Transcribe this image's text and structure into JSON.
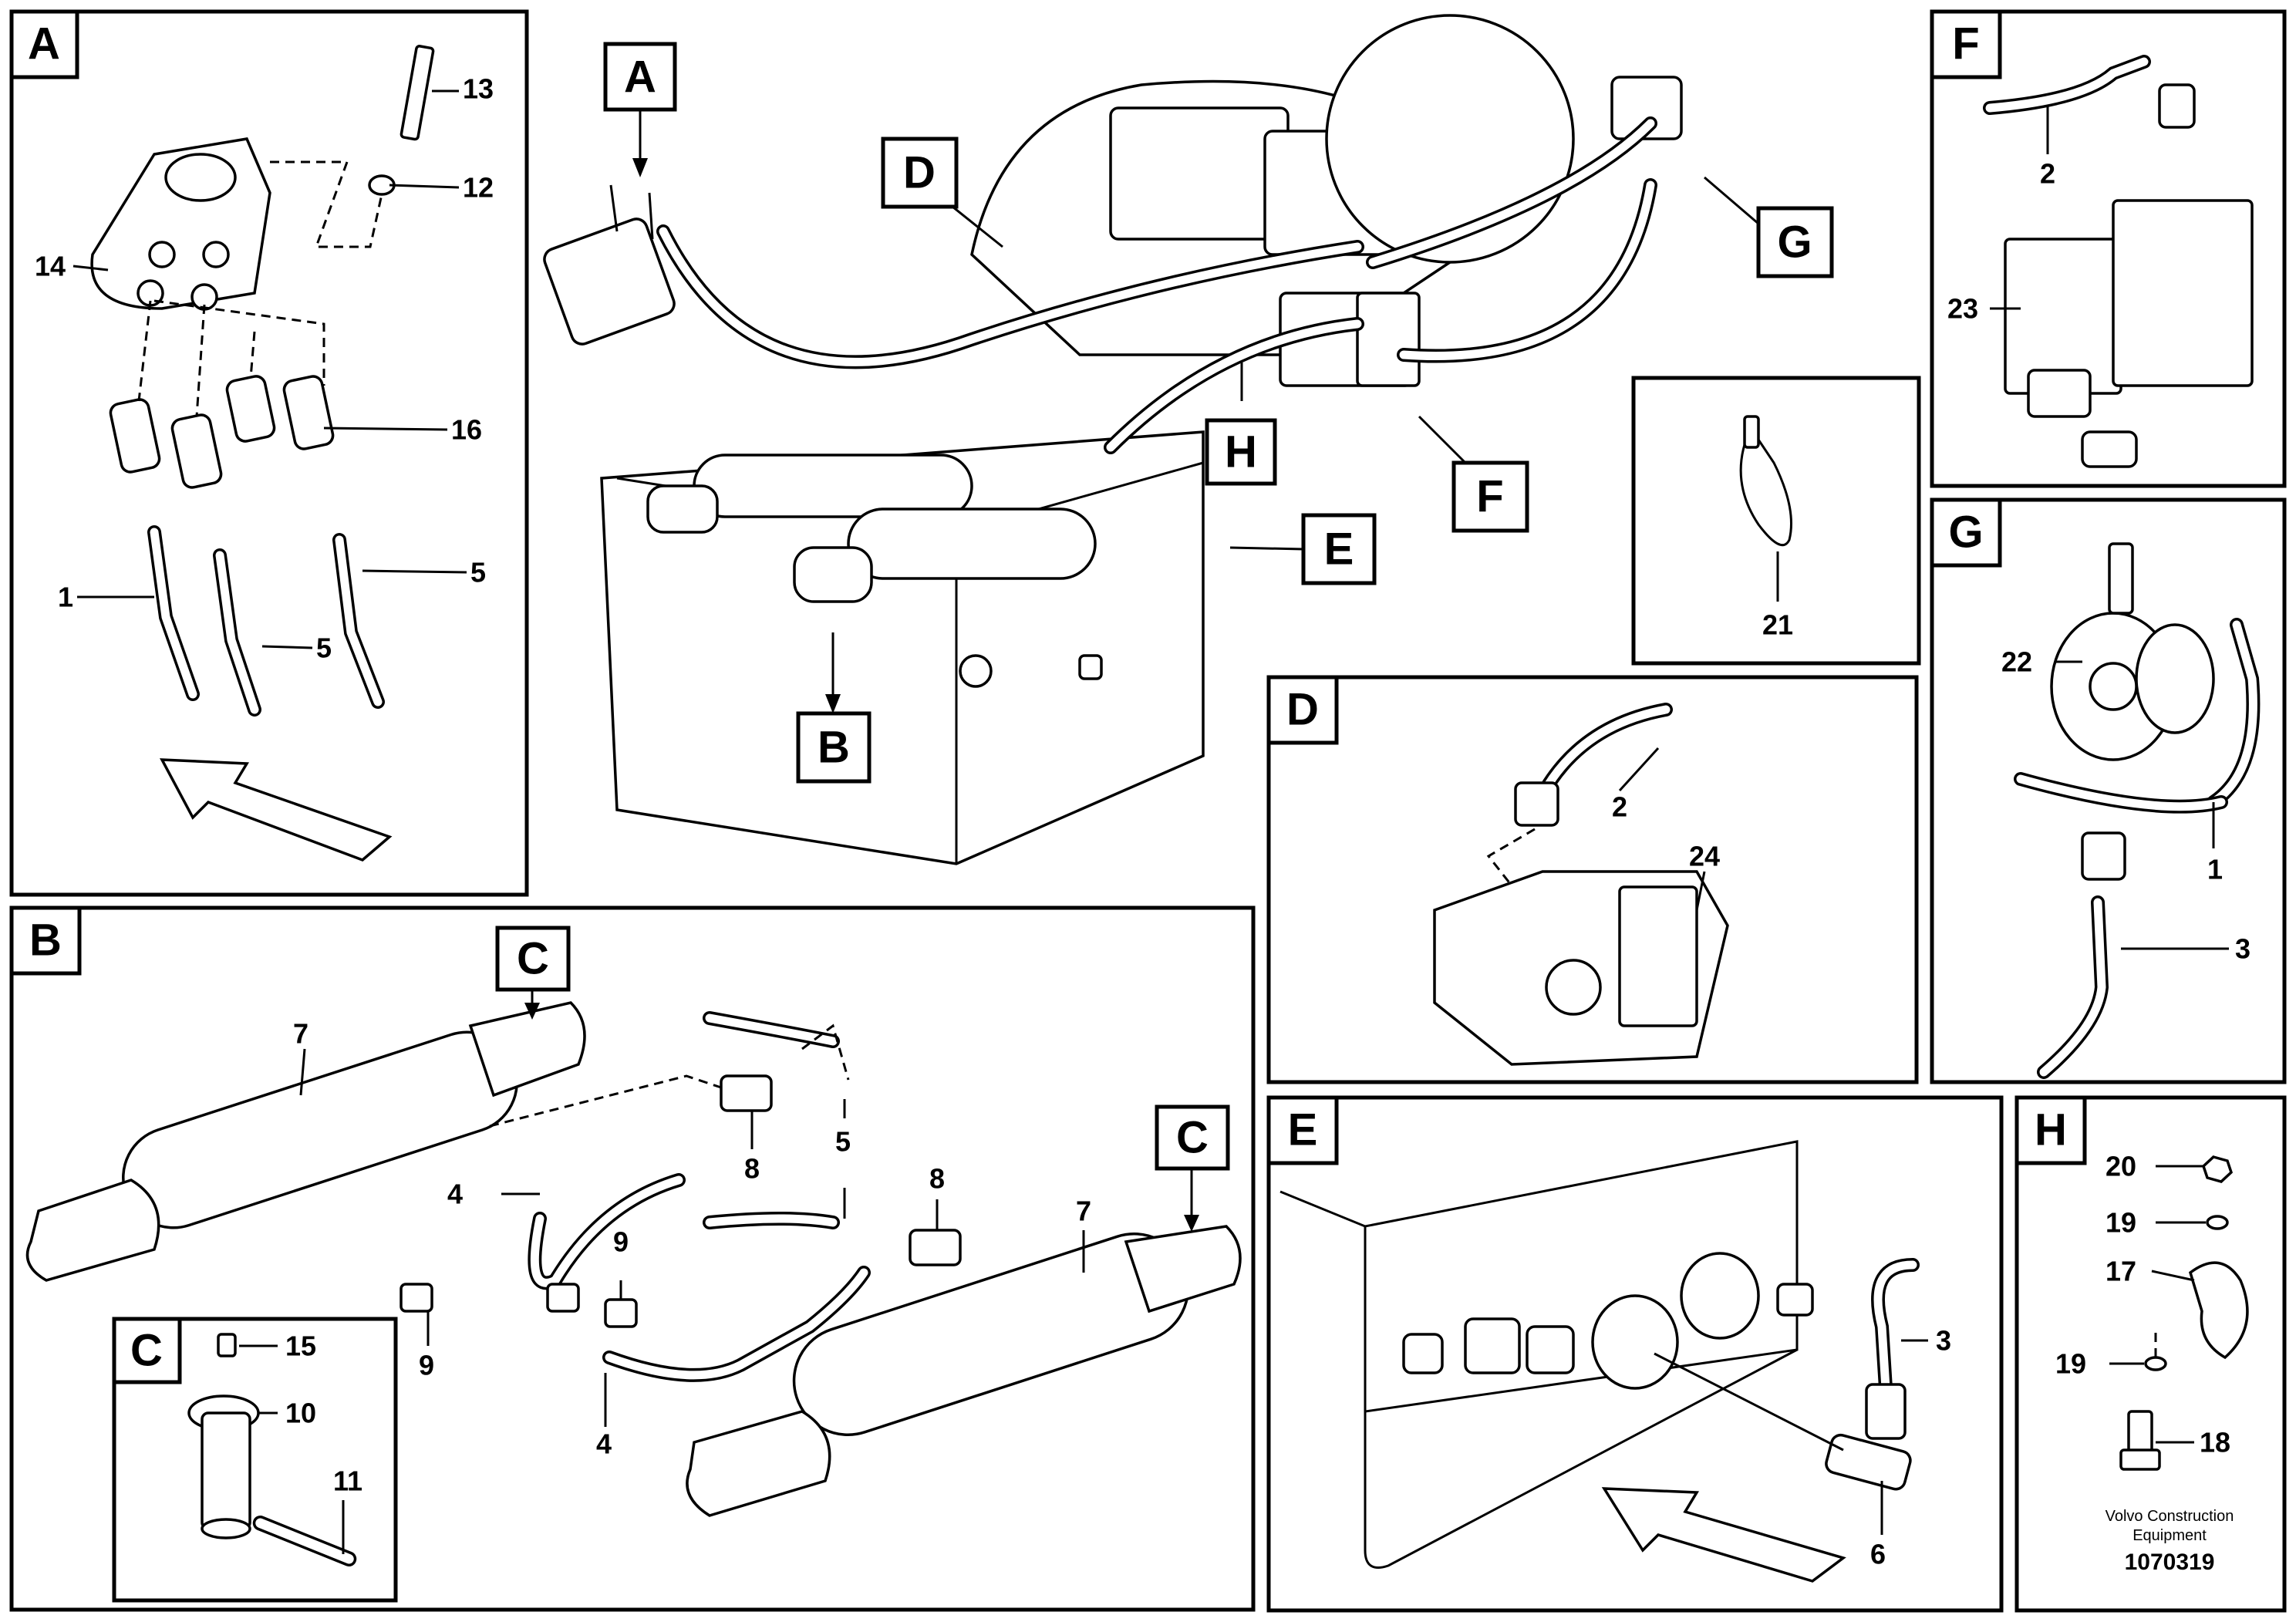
{
  "panels": {
    "A": "A",
    "B": "B",
    "C": "C",
    "D": "D",
    "E": "E",
    "F": "F",
    "G": "G",
    "H": "H"
  },
  "main_callouts": {
    "A": "A",
    "B": "B",
    "D": "D",
    "E": "E",
    "F": "F",
    "G": "G",
    "H": "H"
  },
  "detail_callouts": {
    "C1": "C",
    "C2": "C"
  },
  "part_numbers": {
    "a13": "13",
    "a12": "12",
    "a14": "14",
    "a16": "16",
    "a1": "1",
    "a5a": "5",
    "a5b": "5",
    "f2": "2",
    "f23": "23",
    "t21": "21",
    "g22": "22",
    "g1": "1",
    "g3": "3",
    "d2": "2",
    "d24": "24",
    "b7a": "7",
    "b7b": "7",
    "b5": "5",
    "b8a": "8",
    "b8b": "8",
    "b4a": "4",
    "b4b": "4",
    "b9a": "9",
    "b9b": "9",
    "c15": "15",
    "c10": "10",
    "c11": "11",
    "e3": "3",
    "e6": "6",
    "h20": "20",
    "h19a": "19",
    "h17": "17",
    "h19b": "19",
    "h18": "18"
  },
  "footer": {
    "brand_line1": "Volvo Construction",
    "brand_line2": "Equipment",
    "drawing_number": "1070319"
  }
}
